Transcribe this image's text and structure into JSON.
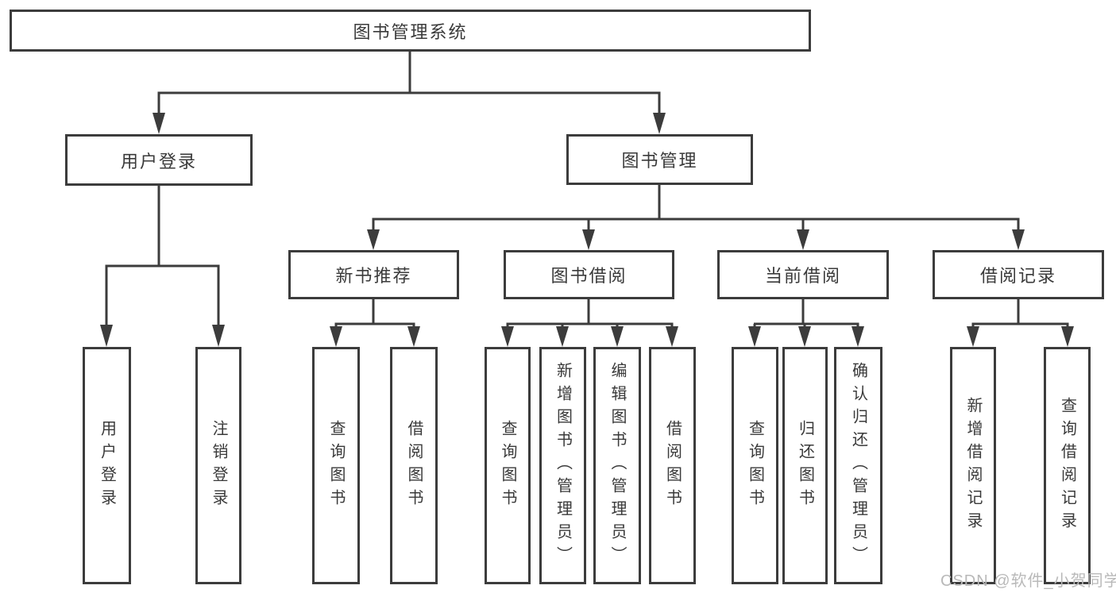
{
  "colors": {
    "background": "#ffffff",
    "line": "#3c3c3c",
    "box_border": "#3c3c3c",
    "text": "#3a3a3a",
    "watermark": "#b9b9b9"
  },
  "diagram": {
    "root": {
      "label": "图书管理系统"
    },
    "level2": [
      {
        "label": "用户登录"
      },
      {
        "label": "图书管理"
      }
    ],
    "level3": [
      {
        "label": "新书推荐",
        "parent": "图书管理"
      },
      {
        "label": "图书借阅",
        "parent": "图书管理"
      },
      {
        "label": "当前借阅",
        "parent": "图书管理"
      },
      {
        "label": "借阅记录",
        "parent": "图书管理"
      }
    ],
    "leaves": [
      {
        "label": "用户登录",
        "parent": "用户登录"
      },
      {
        "label": "注销登录",
        "parent": "用户登录"
      },
      {
        "label": "查询图书",
        "parent": "新书推荐"
      },
      {
        "label": "借阅图书",
        "parent": "新书推荐"
      },
      {
        "label": "查询图书",
        "parent": "图书借阅"
      },
      {
        "label": "新增图书（管理员）",
        "parent": "图书借阅"
      },
      {
        "label": "编辑图书（管理员）",
        "parent": "图书借阅"
      },
      {
        "label": "借阅图书",
        "parent": "图书借阅"
      },
      {
        "label": "查询图书",
        "parent": "当前借阅"
      },
      {
        "label": "归还图书",
        "parent": "当前借阅"
      },
      {
        "label": "确认归还（管理员）",
        "parent": "当前借阅"
      },
      {
        "label": "新增借阅记录",
        "parent": "借阅记录"
      },
      {
        "label": "查询借阅记录",
        "parent": "借阅记录"
      }
    ]
  },
  "watermark": {
    "text": "CSDN @软件_小贺同学"
  }
}
